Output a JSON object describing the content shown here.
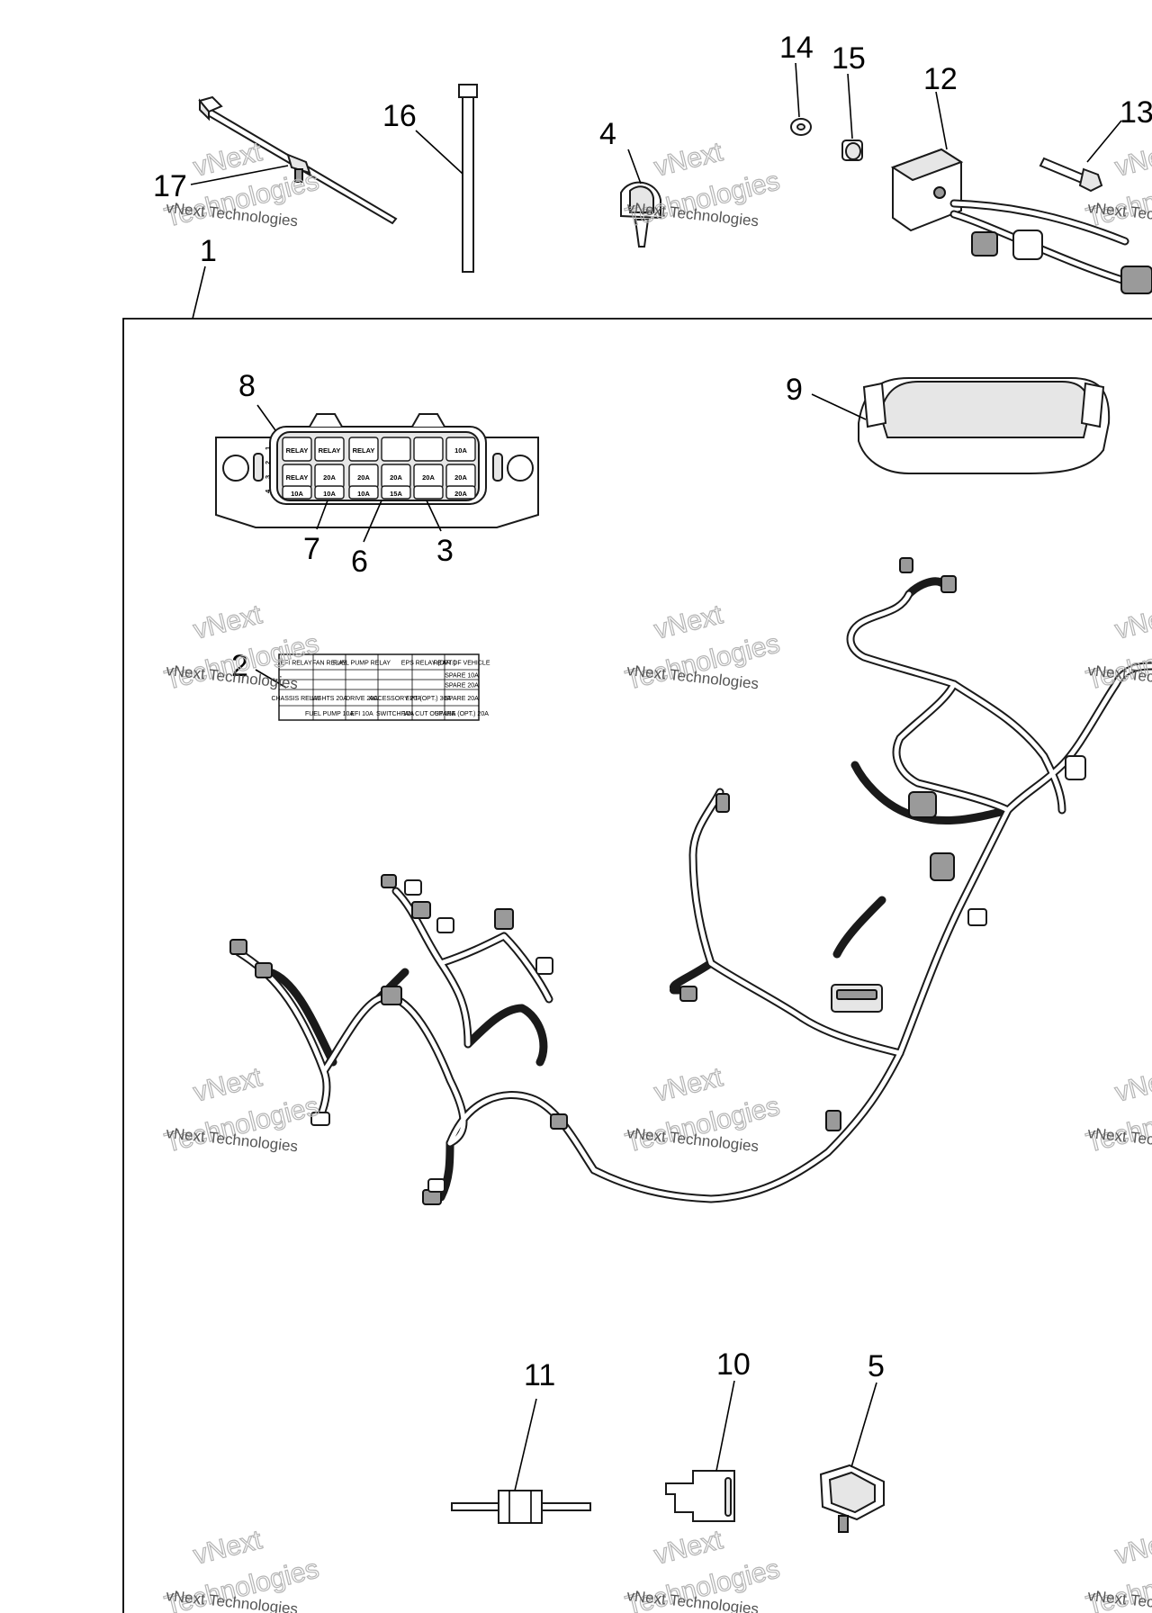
{
  "callouts": {
    "c1": "1",
    "c2": "2",
    "c3": "3",
    "c4": "4",
    "c5": "5",
    "c6": "6",
    "c7": "7",
    "c8": "8",
    "c9": "9",
    "c10": "10",
    "c11": "11",
    "c12": "12",
    "c13": "13",
    "c14": "14",
    "c15": "15",
    "c16": "16",
    "c17": "17"
  },
  "watermark": {
    "line1": "vNext Technologies",
    "line2": "Technologies",
    "line3": "vNext"
  },
  "fuse_box": {
    "row_numbers": [
      "1",
      "2",
      "3",
      "4"
    ],
    "top_row": [
      "RELAY",
      "RELAY",
      "RELAY",
      "",
      "",
      "10A"
    ],
    "middle_row": [
      "RELAY",
      "20A",
      "20A",
      "20A",
      "20A",
      "20A"
    ],
    "bottom_row": [
      "10A",
      "10A",
      "10A",
      "15A",
      "",
      "20A"
    ]
  },
  "decal": {
    "cells": [
      [
        "EFI RELAY",
        "FAN RELAY",
        "FUEL PUMP RELAY",
        "",
        "EPS RELAY (OPT.)",
        "REAR OF VEHICLE"
      ],
      [
        "",
        "",
        "",
        "",
        "",
        "SPARE 10A"
      ],
      [
        "",
        "",
        "",
        "",
        "",
        "SPARE 20A"
      ],
      [
        "CHASSIS RELAY",
        "LIGHTS 20A",
        "DRIVE 20A",
        "ACCESSORY 20A",
        "EPT (OPT.) 30A",
        "SPARE 20A"
      ],
      [
        "",
        "FUEL PUMP 10A",
        "EFI 10A",
        "SWITCH 10A",
        "FAN CUT OUT 15A",
        "SPARE (OPT.) 20A"
      ]
    ]
  },
  "colors": {
    "line": "#000000",
    "part_fill": "#e6e6e6",
    "watermark": "#b5b5b5"
  }
}
